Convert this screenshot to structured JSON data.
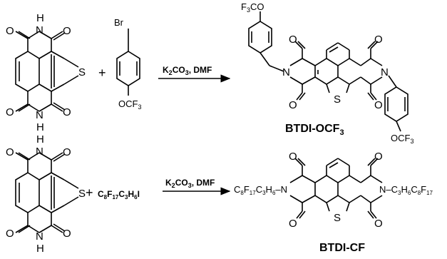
{
  "atoms": {
    "o": "O",
    "n": "N",
    "s": "S",
    "h": "H",
    "br": "Br"
  },
  "groups": {
    "ocf3": [
      "OCF",
      "3"
    ],
    "f3co": [
      "F",
      "3",
      "CO"
    ]
  },
  "reagents": {
    "perfluoro": [
      "C",
      "8",
      "F",
      "17",
      "C",
      "3",
      "H",
      "6",
      "I"
    ],
    "chain_left": [
      "C",
      "8",
      "F",
      "17",
      "C",
      "3",
      "H",
      "6",
      "–N"
    ],
    "chain_right": [
      "N–C",
      "3",
      "H",
      "6",
      "C",
      "8",
      "F",
      "17"
    ]
  },
  "conditions": {
    "row1": [
      "K",
      "2",
      "CO",
      "3",
      ", DMF"
    ],
    "row2": [
      "K",
      "2",
      "CO",
      "3",
      ", DMF"
    ]
  },
  "plus_sign": "+",
  "products": {
    "p1": [
      "BTDI-OCF",
      "3"
    ],
    "p2": [
      "BTDI-CF"
    ]
  }
}
